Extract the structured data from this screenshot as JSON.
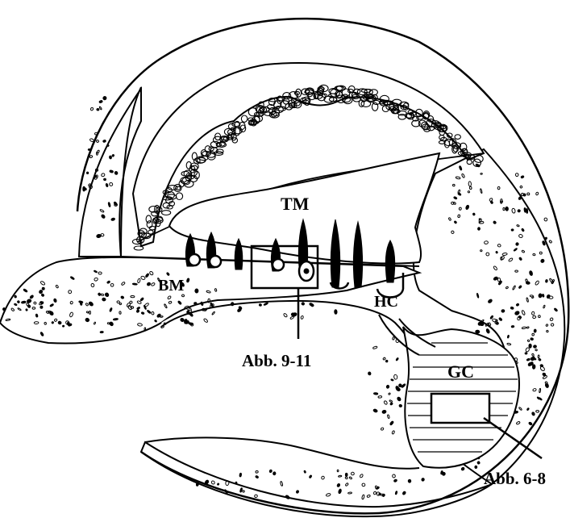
{
  "labels": {
    "tm": "TM",
    "bm": "BM",
    "hc": "HC",
    "gc": "GC",
    "ref_upper": "Abb. 9-11",
    "ref_lower": "Abb. 6-8"
  },
  "colors": {
    "ink": "#000000",
    "paper": "#ffffff"
  }
}
